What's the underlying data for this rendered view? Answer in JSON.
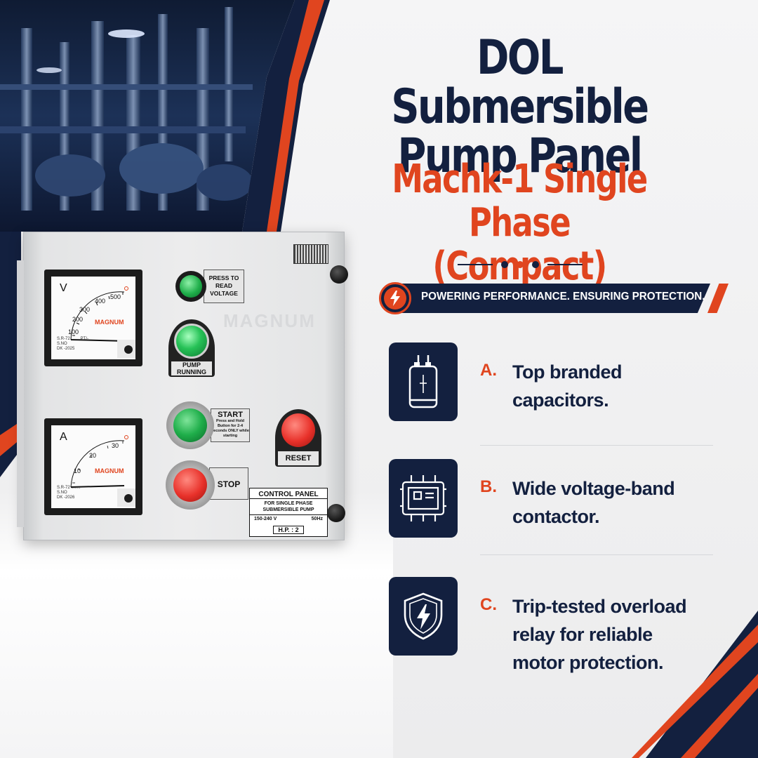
{
  "header": {
    "title_line1": "DOL Submersible",
    "title_line2": "Pump Panel",
    "subtitle_line1": "Machk-1 Single Phase",
    "subtitle_line2": "(Compact)"
  },
  "tagline": "POWERING PERFORMANCE. ENSURING PROTECTION.",
  "features": [
    {
      "letter": "A.",
      "line1": "Top branded",
      "line2": "capacitors.",
      "line3": "",
      "icon": "capacitor-icon"
    },
    {
      "letter": "B.",
      "line1": "Wide voltage-band",
      "line2": "contactor.",
      "line3": "",
      "icon": "contactor-icon"
    },
    {
      "letter": "C.",
      "line1": "Trip-tested overload",
      "line2": "relay for reliable",
      "line3": "motor protection.",
      "icon": "shield-bolt-icon"
    }
  ],
  "panel": {
    "voltmeter": {
      "unit": "V",
      "ticks": [
        "100",
        "200",
        "300",
        "400",
        "500"
      ],
      "brand": "MAGNUM",
      "sr1": "S.R-72 ........PT/-",
      "sr2": "S.NO",
      "sr3": "DK   -2025"
    },
    "ammeter": {
      "unit": "A",
      "ticks": [
        "10",
        "20",
        "30"
      ],
      "brand": "MAGNUM",
      "sr1": "S.R-72 ........",
      "sr2": "S.NO",
      "sr3": "DK   -2026"
    },
    "press_label_1": "PRESS TO",
    "press_label_2": "READ",
    "press_label_3": "VOLTAGE",
    "pump_label_1": "PUMP",
    "pump_label_2": "RUNNING",
    "start_label": "START",
    "start_note_1": "Press and Hold",
    "start_note_2": "Button for 2-4",
    "start_note_3": "seconds ONLY while",
    "start_note_4": "starting",
    "stop_label": "STOP",
    "reset_label": "RESET",
    "plate_title": "CONTROL PANEL",
    "plate_line1": "FOR SINGLE PHASE",
    "plate_line2": "SUBMERSIBLE PUMP",
    "plate_voltage": "150-240 V",
    "plate_freq": "50Hz",
    "plate_hp": "H.P. : 2"
  },
  "colors": {
    "navy": "#13203f",
    "orange": "#e0451f",
    "lamp_green": "#1fae4a",
    "button_red": "#e8312a"
  }
}
